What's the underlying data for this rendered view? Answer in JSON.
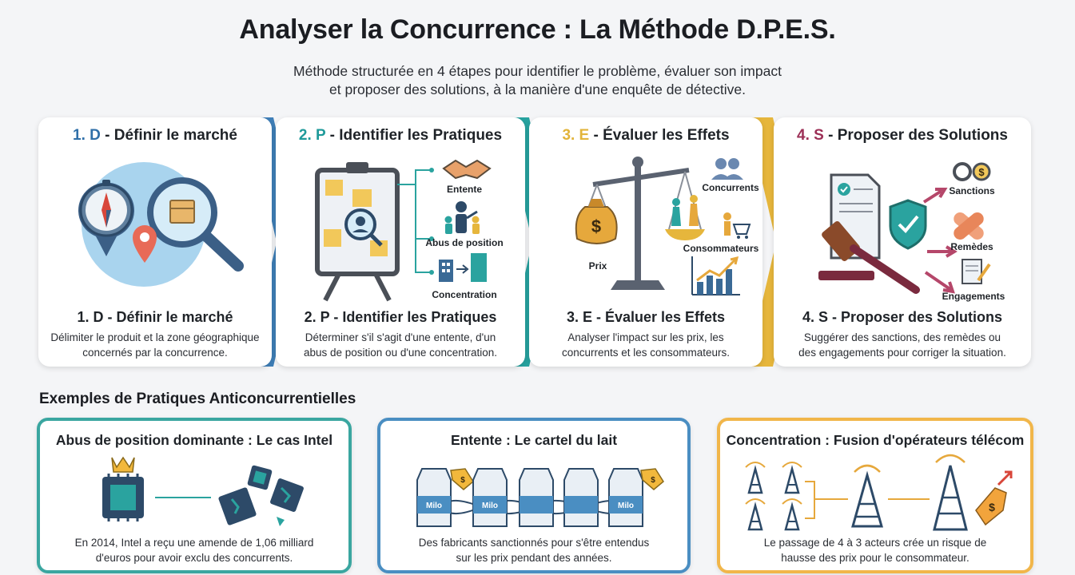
{
  "header": {
    "title": "Analyser la Concurrence : La Méthode D.P.E.S.",
    "subtitle_line1": "Méthode structurée en 4 étapes pour identifier le problème, évaluer son impact",
    "subtitle_line2": "et proposer des solutions, à la manière d'une enquête de détective."
  },
  "steps": [
    {
      "num": "1. D",
      "head_rest": " - Définir le marché",
      "bottom_title": "1. D - Définir le marché",
      "desc_line1": "Délimiter le produit et la zone géographique",
      "desc_line2": "concernés par la concurrence.",
      "color": "#2f6fa8"
    },
    {
      "num": "2. P",
      "head_rest": " - Identifier les Pratiques",
      "bottom_title": "2. P - Identifier les Pratiques",
      "desc_line1": "Déterminer s'il s'agit d'une entente, d'un",
      "desc_line2": "abus de position ou d'une concentration.",
      "color": "#1e9a9a",
      "labels": {
        "entente": "Entente",
        "abus": "Abus de position",
        "concentration": "Concentration"
      }
    },
    {
      "num": "3. E",
      "head_rest": " - Évaluer les Effets",
      "bottom_title": "3. E - Évaluer les Effets",
      "desc_line1": "Analyser l'impact sur les prix, les",
      "desc_line2": "concurrents et les consommateurs.",
      "color": "#e2b43a",
      "labels": {
        "concurrents": "Concurrents",
        "prix": "Prix",
        "consommateurs": "Consommateurs"
      }
    },
    {
      "num": "4. S",
      "head_rest": " - Proposer des Solutions",
      "bottom_title": "4. S - Proposer des Solutions",
      "desc_line1": "Suggérer des sanctions, des remèdes ou",
      "desc_line2": "des engagements pour corriger la situation.",
      "color": "#9c2f56",
      "labels": {
        "sanctions": "Sanctions",
        "remedes": "Remèdes",
        "engagements": "Engagements"
      }
    }
  ],
  "examples_section": {
    "title": "Exemples de Pratiques Anticoncurrentielles"
  },
  "examples": [
    {
      "title": "Abus de position dominante : Le cas Intel",
      "desc_line1": "En 2014, Intel a reçu une amende de 1,06 milliard",
      "desc_line2": "d'euros pour avoir exclu des concurrents.",
      "color": "#3aa6a0"
    },
    {
      "title": "Entente : Le cartel du lait",
      "desc_line1": "Des fabricants sanctionnés pour s'être entendus",
      "desc_line2": "sur les prix pendant des années.",
      "color": "#4a8ec2",
      "carton_label": "Milo"
    },
    {
      "title": "Concentration : Fusion d'opérateurs télécom",
      "desc_line1": "Le passage de 4 à 3 acteurs crée un risque de",
      "desc_line2": "hausse des prix pour le consommateur.",
      "color": "#f1b64a"
    }
  ]
}
